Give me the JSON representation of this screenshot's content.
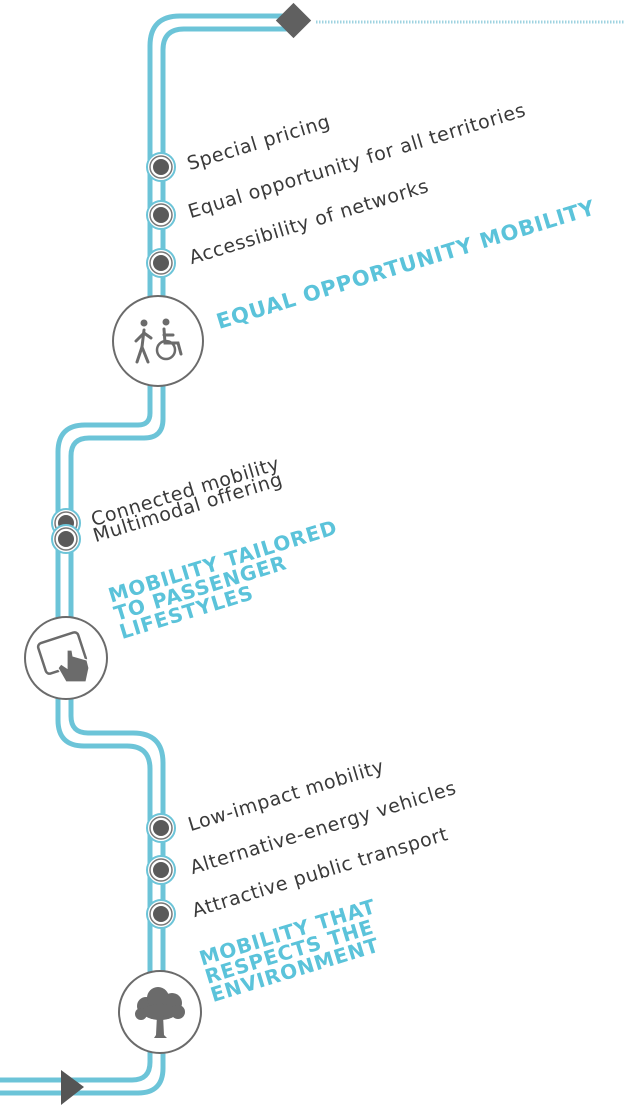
{
  "colors": {
    "track": "#6cc4d8",
    "title": "#5bc3da",
    "stop_fill": "#5a5a5a",
    "icon": "#6b6b6b",
    "text": "#3a3a3a"
  },
  "icons": [
    "walking-and-wheelchair-icon",
    "tablet-touch-icon",
    "tree-icon",
    "diamond-start-marker",
    "arrow-end-marker"
  ],
  "sections": [
    {
      "title": "EQUAL OPPORTUNITY MOBILITY",
      "icon": "walking-and-wheelchair-icon",
      "items": [
        "Special pricing",
        "Equal opportunity for all territories",
        "Accessibility of networks"
      ]
    },
    {
      "title_lines": [
        "MOBILITY TAILORED",
        "TO PASSENGER",
        "LIFESTYLES"
      ],
      "icon": "tablet-touch-icon",
      "items": [
        "Connected mobility",
        "Multimodal offering"
      ]
    },
    {
      "title_lines": [
        "MOBILITY THAT",
        "RESPECTS THE",
        "ENVIRONMENT"
      ],
      "icon": "tree-icon",
      "items": [
        "Low-impact mobility",
        "Alternative-energy vehicles",
        "Attractive public transport"
      ]
    }
  ]
}
